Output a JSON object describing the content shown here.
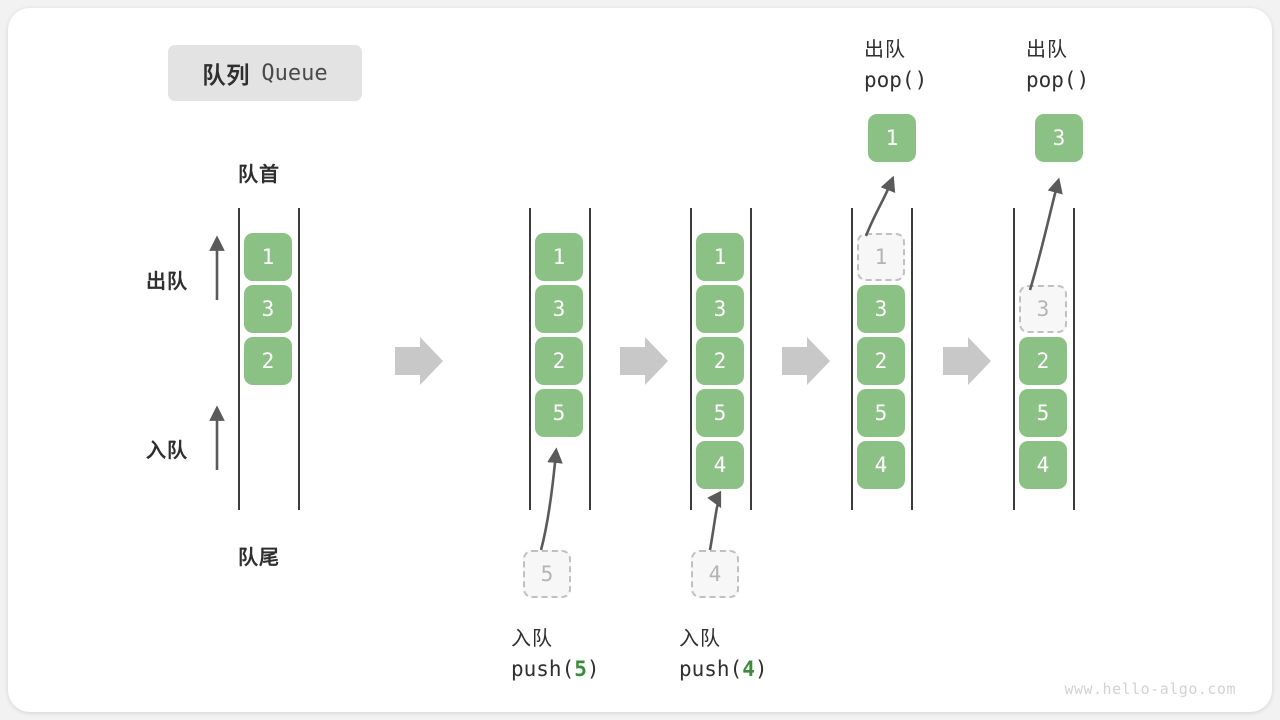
{
  "title": {
    "cn": "队列",
    "en": "Queue"
  },
  "labels": {
    "front": "队首",
    "rear": "队尾",
    "dequeue": "出队",
    "enqueue": "入队"
  },
  "watermark": "www.hello-algo.com",
  "colors": {
    "cell_fill": "#8cc185",
    "cell_text": "#ffffff",
    "ghost_fill": "#f7f7f7",
    "ghost_border": "#c0c0c0",
    "ghost_text": "#b4b4b4",
    "rail": "#3c3c3c",
    "arrow": "#5a5a5a",
    "step_arrow": "#c8c8c8",
    "accent_green": "#3c8a3c",
    "badge_bg": "#e3e3e3",
    "card_bg": "#ffffff",
    "page_bg": "#f2f2f2"
  },
  "stages": [
    {
      "id": "initial",
      "cells": [
        "1",
        "3",
        "2"
      ],
      "ghost": null,
      "popped": null,
      "op_cn": null,
      "op_code": null,
      "op_code_arg": null
    },
    {
      "id": "push-5",
      "cells": [
        "1",
        "3",
        "2",
        "5"
      ],
      "ghost": "5",
      "popped": null,
      "op_cn": "入队",
      "op_code_prefix": "push(",
      "op_code_arg": "5",
      "op_code_suffix": ")"
    },
    {
      "id": "push-4",
      "cells": [
        "1",
        "3",
        "2",
        "5",
        "4"
      ],
      "ghost": "4",
      "popped": null,
      "op_cn": "入队",
      "op_code_prefix": "push(",
      "op_code_arg": "4",
      "op_code_suffix": ")"
    },
    {
      "id": "pop-1",
      "cells": [
        "3",
        "2",
        "5",
        "4"
      ],
      "ghost": "1",
      "popped": "1",
      "op_cn": "出队",
      "op_code_prefix": "pop(",
      "op_code_arg": "",
      "op_code_suffix": ")"
    },
    {
      "id": "pop-3",
      "cells": [
        "2",
        "5",
        "4"
      ],
      "ghost": "3",
      "popped": "3",
      "op_cn": "出队",
      "op_code_prefix": "pop(",
      "op_code_arg": "",
      "op_code_suffix": ")"
    }
  ]
}
